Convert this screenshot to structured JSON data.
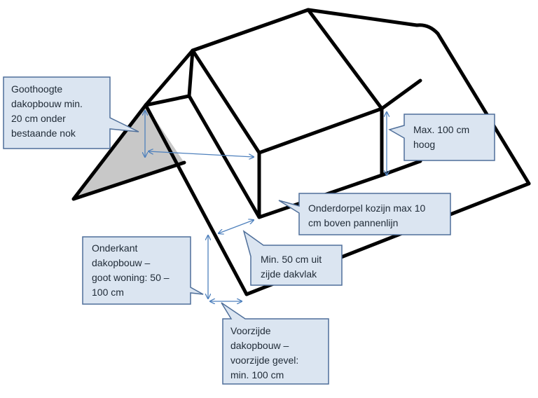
{
  "diagram": {
    "colors": {
      "outline": "#000000",
      "gable_fill": "#c8c8c8",
      "callout_fill": "#dbe5f1",
      "callout_border": "#4f6f9a",
      "arrow": "#4f81bd",
      "text": "#1f2a36"
    },
    "callouts": {
      "goothoogte": "Goothoogte\ndakopbouw min.\n20 cm onder\nbestaande nok",
      "max_hoog": "Max. 100 cm\nhoog",
      "onderdorpel": "Onderdorpel kozijn max 10\ncm boven pannenlijn",
      "min_50": "Min. 50 cm uit\nzijde dakvlak",
      "onderkant": "Onderkant\ndakopbouw –\ngoot woning: 50 –\n100 cm",
      "voorzijde": "Voorzijde\ndakopbouw –\nvoorzijde gevel:\nmin. 100 cm"
    }
  }
}
